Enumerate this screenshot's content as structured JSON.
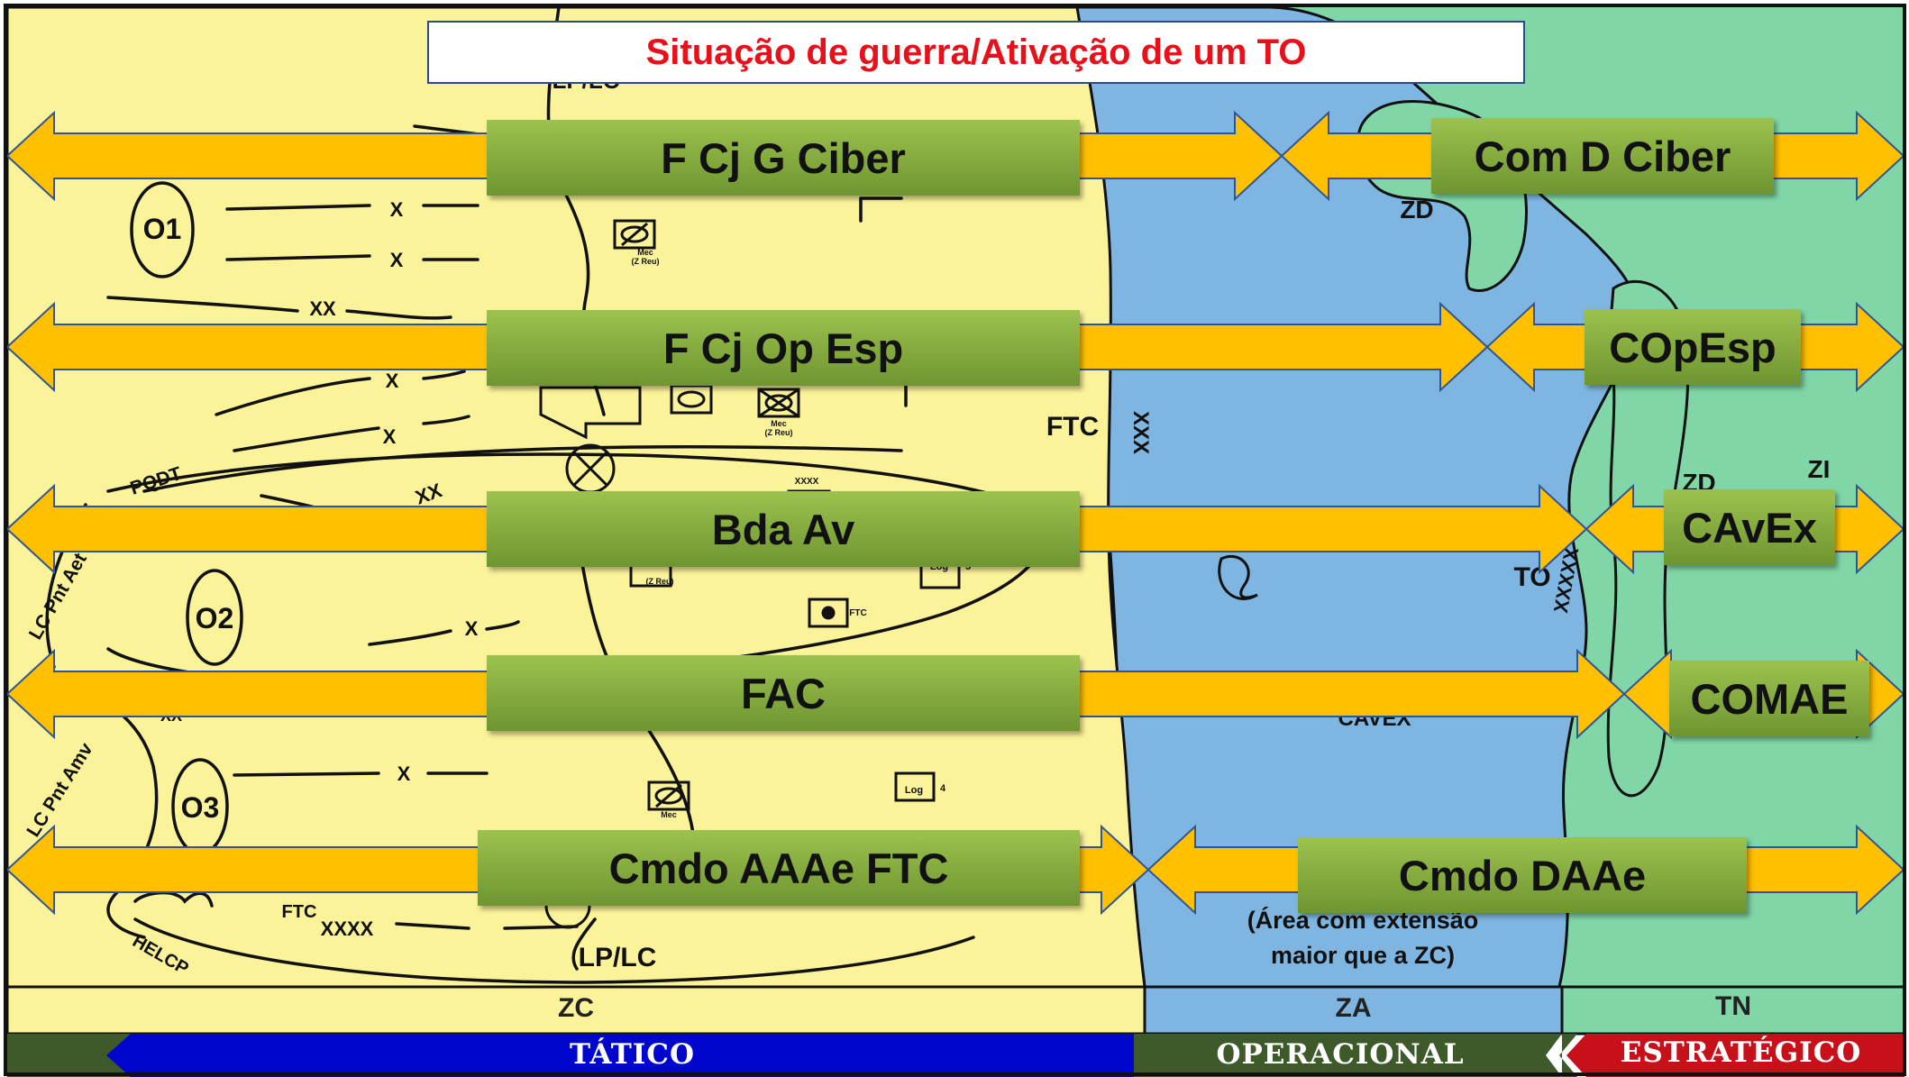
{
  "title": "Situação de guerra/Ativação de um TO",
  "colors": {
    "tactical_zone": "#fbf39a",
    "operational_zone": "#7eb6e1",
    "strategic_zone": "#80d6a6",
    "arrow": "#ffc000",
    "label_green": "#86ac40",
    "title_red": "#e8101a",
    "tatico_bar": "#0006cc",
    "operacional_bar": "#3e5a2a",
    "estrategico_bar": "#c8101a"
  },
  "bands": {
    "b1": {
      "left": "F Cj G Ciber",
      "right": "Com D Ciber"
    },
    "b2": {
      "left": "F Cj Op Esp",
      "right": "COpEsp"
    },
    "b3": {
      "left": "Bda Av",
      "right": "CAvEx"
    },
    "b4": {
      "left": "FAC",
      "right": "COMAE"
    },
    "b5": {
      "left": "Cmdo AAAe FTC",
      "right": "Cmdo DAAe"
    }
  },
  "zones": {
    "zc": "ZC",
    "za": "ZA",
    "tn": "TN"
  },
  "levels": {
    "tatico": "TÁTICO",
    "operacional": "OPERACIONAL",
    "estrategico": "ESTRATÉGICO"
  },
  "map_labels": {
    "o1": "O1",
    "o2": "O2",
    "o3": "O3",
    "x": "X",
    "xx": "XX",
    "xxx": "XXX",
    "xxxx": "XXXX",
    "xxxxx": "XXXXX",
    "pqdt": "PQDT",
    "lc_pnt_aet": "LC Pnt Aet",
    "lc_pnt_amv": "LC Pnt Amv",
    "helcp": "HELCP",
    "ftc": "FTC",
    "lp_lc": "LP/LC",
    "zd": "ZD",
    "zi": "ZI",
    "to": "TO",
    "cavex": "CAVEX",
    "mec": "Mec",
    "z_reu": "(Z Reu)",
    "log": "Log",
    "log_3": "3",
    "log_4": "4",
    "area_note_1": "(Área com extensão",
    "area_note_2": "maior que a ZC)"
  }
}
